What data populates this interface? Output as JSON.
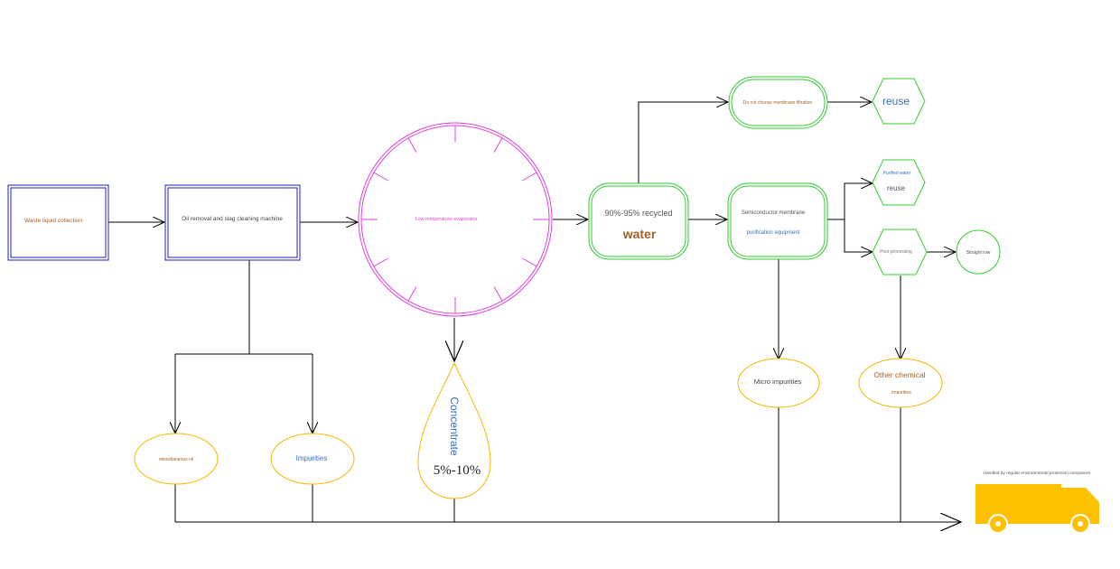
{
  "nodes": {
    "waste_liquid": "Waste liquid collection",
    "oil_removal": "Oil removal and slag cleaning machine",
    "evaporator": "Low temperature evaporator",
    "recycled_line1": "90%-95% recycled",
    "recycled_line2": "water",
    "no_membrane": "Do not choose membrane filtration",
    "reuse_top": "reuse",
    "semiconductor_line1": "Semiconductor membrane",
    "semiconductor_line2": "purification equipment",
    "purified_line1": "Purified water",
    "purified_line2": "reuse",
    "post_processing": "Post-processing",
    "straight_row": "Straight row",
    "micro_impurities": "Micro impurities",
    "other_chem_line1": "Other chemical",
    "other_chem_line2": "impurities",
    "miscellaneous_oil": "miscellaneous oil",
    "impurities": "Impurities",
    "concentrate": "Concentrate",
    "concentrate_pct": "5%-10%",
    "handled_by": "Handled by regular environmental protection companies"
  },
  "colors": {
    "blue_box": "#2222bb",
    "magenta": "#e040e0",
    "green": "#33cc33",
    "orange": "#f5b800",
    "truck": "#ffc000",
    "text_brown": "#a0622a",
    "text_blue": "#3a6ec8",
    "line": "#000000"
  },
  "icons": [
    "truck-icon"
  ]
}
